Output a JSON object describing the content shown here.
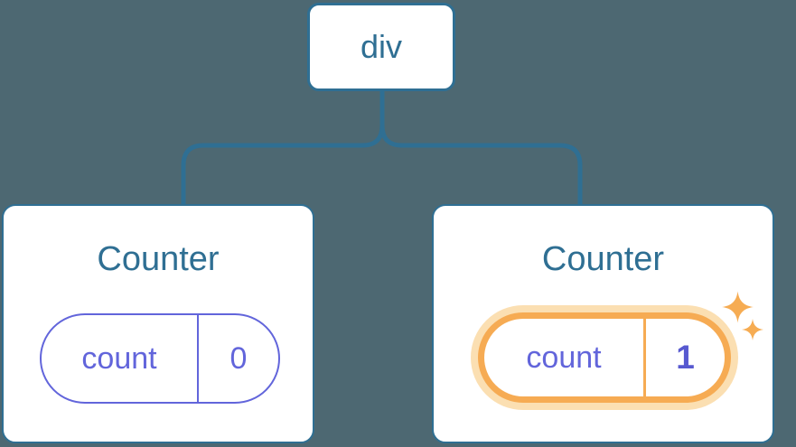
{
  "tree": {
    "root": {
      "label": "div"
    },
    "children": [
      {
        "title": "Counter",
        "state_name": "count",
        "state_value": "0",
        "highlighted": false
      },
      {
        "title": "Counter",
        "state_name": "count",
        "state_value": "1",
        "highlighted": true
      }
    ]
  },
  "icons": {
    "sparkles": "sparkles-icon",
    "sparkles_glyph": "✦"
  },
  "colors": {
    "background": "#4d6872",
    "stroke": "#2f6f93",
    "node_text": "#2f6f93",
    "card_bg": "#ffffff",
    "state_purple": "#6265db",
    "state_value_bold": "#5759d0",
    "highlight_orange": "#f6ab53",
    "highlight_glow": "#fbdfb2",
    "sparkle": "#f6ac53"
  }
}
